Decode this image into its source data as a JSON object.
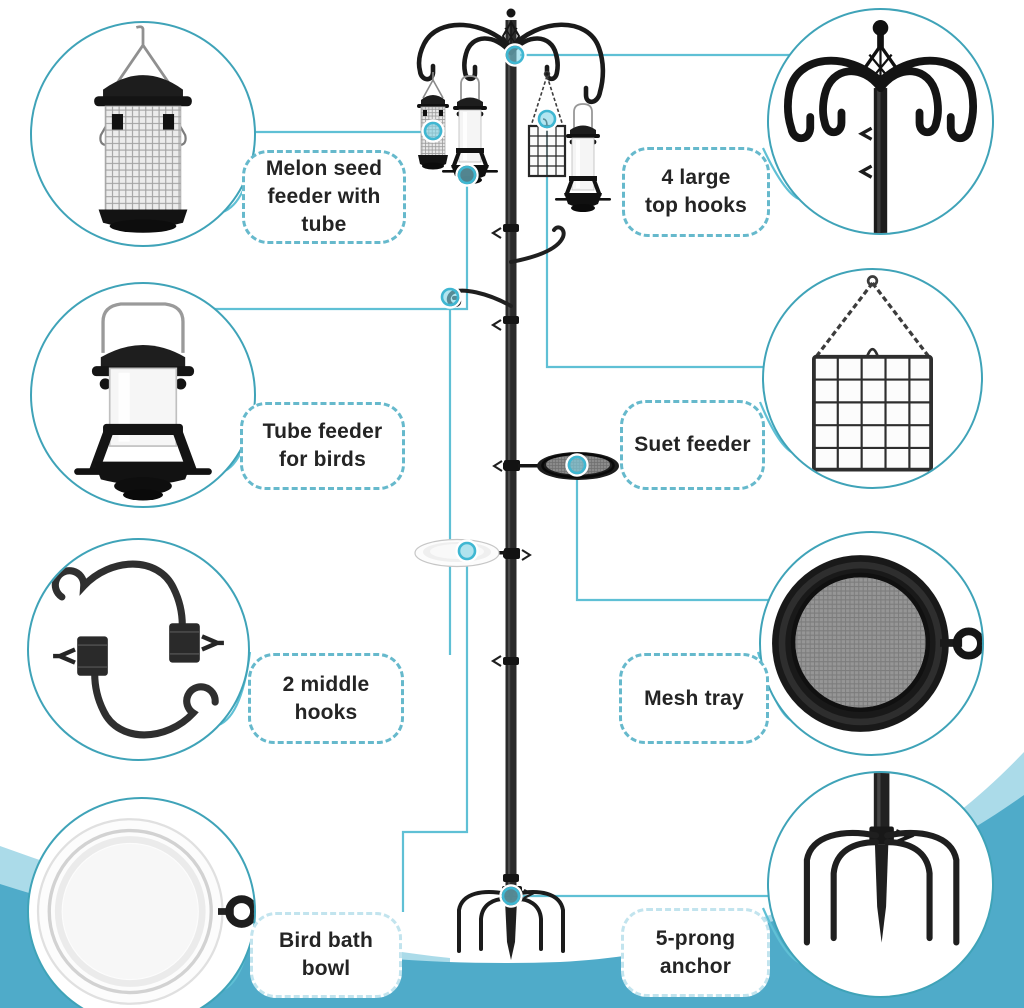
{
  "page": {
    "background": "#ffffff"
  },
  "colors": {
    "circle_stroke": "#3fa3b8",
    "connector": "#5fc0d5",
    "label_border": "#66b9cc",
    "label_border_on_wave": "#c2e4ee",
    "label_text": "#242424",
    "wave_light": "#abdbe9",
    "wave_dark": "#4fabc9",
    "hotspot_fill": "#45c0da",
    "product_metal": "#1f1f1f"
  },
  "callouts": [
    {
      "id": "melon-seed-feeder",
      "lines": [
        "Melon seed",
        "feeder with tube"
      ]
    },
    {
      "id": "top-hooks",
      "lines": [
        "4 large",
        "top hooks"
      ]
    },
    {
      "id": "tube-feeder",
      "lines": [
        "Tube feeder",
        "for birds"
      ]
    },
    {
      "id": "suet-feeder",
      "lines": [
        "Suet feeder"
      ]
    },
    {
      "id": "middle-hooks",
      "lines": [
        "2 middle",
        "hooks"
      ]
    },
    {
      "id": "mesh-tray",
      "lines": [
        "Mesh tray"
      ]
    },
    {
      "id": "bird-bath-bowl",
      "lines": [
        "Bird bath",
        "bowl"
      ]
    },
    {
      "id": "five-prong-anchor",
      "lines": [
        "5-prong",
        "anchor"
      ]
    }
  ],
  "hotspots": [
    "hotspot-melon-seed-feeder",
    "hotspot-top-hooks",
    "hotspot-tube-feeder",
    "hotspot-suet-feeder",
    "hotspot-middle-hook",
    "hotspot-mesh-tray",
    "hotspot-bird-bath-bowl",
    "hotspot-five-prong-anchor"
  ]
}
